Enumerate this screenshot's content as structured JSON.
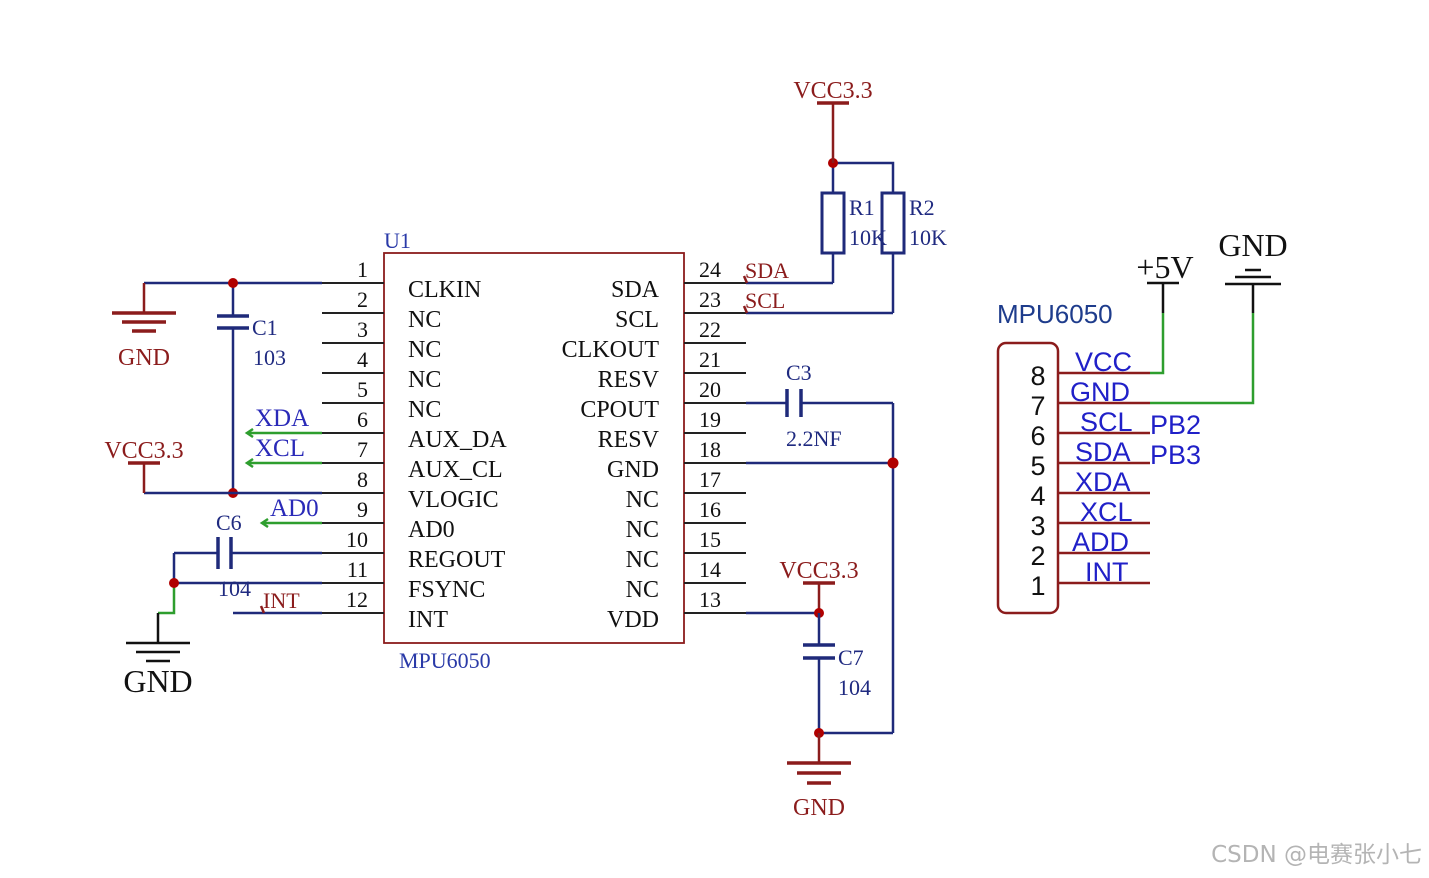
{
  "colors": {
    "wire": "#1f2a7a",
    "component": "#8b1c1c",
    "junction": "#b00000",
    "green_wire": "#2e9e2e",
    "net_label_blue": "#2a2ab8",
    "power_label": "#8b1c1c",
    "part_label": "#1f2a80",
    "connector_title": "#1e3c8c",
    "connector_label": "#2020c8"
  },
  "u1": {
    "designator": "U1",
    "part": "MPU6050",
    "left_pins": [
      {
        "num": "1",
        "name": "CLKIN"
      },
      {
        "num": "2",
        "name": "NC"
      },
      {
        "num": "3",
        "name": "NC"
      },
      {
        "num": "4",
        "name": "NC"
      },
      {
        "num": "5",
        "name": "NC"
      },
      {
        "num": "6",
        "name": "AUX_DA"
      },
      {
        "num": "7",
        "name": "AUX_CL"
      },
      {
        "num": "8",
        "name": "VLOGIC"
      },
      {
        "num": "9",
        "name": "AD0"
      },
      {
        "num": "10",
        "name": "REGOUT"
      },
      {
        "num": "11",
        "name": "FSYNC"
      },
      {
        "num": "12",
        "name": "INT"
      }
    ],
    "right_pins": [
      {
        "num": "24",
        "name": "SDA"
      },
      {
        "num": "23",
        "name": "SCL"
      },
      {
        "num": "22",
        "name": "CLKOUT"
      },
      {
        "num": "21",
        "name": "RESV"
      },
      {
        "num": "20",
        "name": "CPOUT"
      },
      {
        "num": "19",
        "name": "RESV"
      },
      {
        "num": "18",
        "name": "GND"
      },
      {
        "num": "17",
        "name": "NC"
      },
      {
        "num": "16",
        "name": "NC"
      },
      {
        "num": "15",
        "name": "NC"
      },
      {
        "num": "14",
        "name": "NC"
      },
      {
        "num": "13",
        "name": "VDD"
      }
    ]
  },
  "power": {
    "gnd_clkin": "GND",
    "vcc_vlogic": "VCC3.3",
    "gnd_fsync": "GND",
    "vcc_pullup": "VCC3.3",
    "vcc_vdd": "VCC3.3",
    "gnd_c7": "GND",
    "plus_5v": "+5V",
    "gnd_connector": "GND"
  },
  "net_labels": {
    "xda": "XDA",
    "xcl": "XCL",
    "ad0": "AD0",
    "int": "INT",
    "sda": "SDA",
    "scl": "SCL"
  },
  "components": {
    "c1": {
      "ref": "C1",
      "value": "103"
    },
    "c6": {
      "ref": "C6",
      "value": "104"
    },
    "c3": {
      "ref": "C3",
      "value": "2.2NF"
    },
    "c7": {
      "ref": "C7",
      "value": "104"
    },
    "r1": {
      "ref": "R1",
      "value": "10K"
    },
    "r2": {
      "ref": "R2",
      "value": "10K"
    }
  },
  "connector": {
    "title": "MPU6050",
    "pins": [
      {
        "num": "8",
        "label": "VCC"
      },
      {
        "num": "7",
        "label": "GND"
      },
      {
        "num": "6",
        "label": "SCL",
        "mcu_pin": "PB2"
      },
      {
        "num": "5",
        "label": "SDA",
        "mcu_pin": "PB3"
      },
      {
        "num": "4",
        "label": "XDA"
      },
      {
        "num": "3",
        "label": "XCL"
      },
      {
        "num": "2",
        "label": "ADD"
      },
      {
        "num": "1",
        "label": "INT"
      }
    ]
  },
  "watermark": "CSDN @电赛张小七"
}
